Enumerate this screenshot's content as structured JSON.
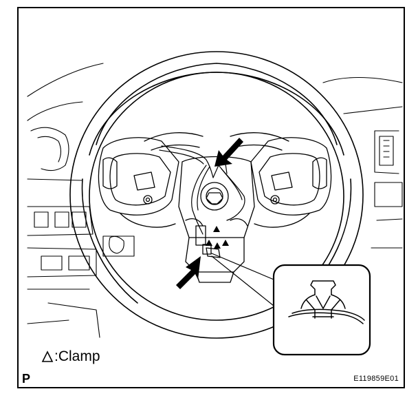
{
  "legend": {
    "symbol_name": "triangle-clamp-symbol",
    "text": ":Clamp"
  },
  "corner_label": "P",
  "figure_id": "E119859E01"
}
